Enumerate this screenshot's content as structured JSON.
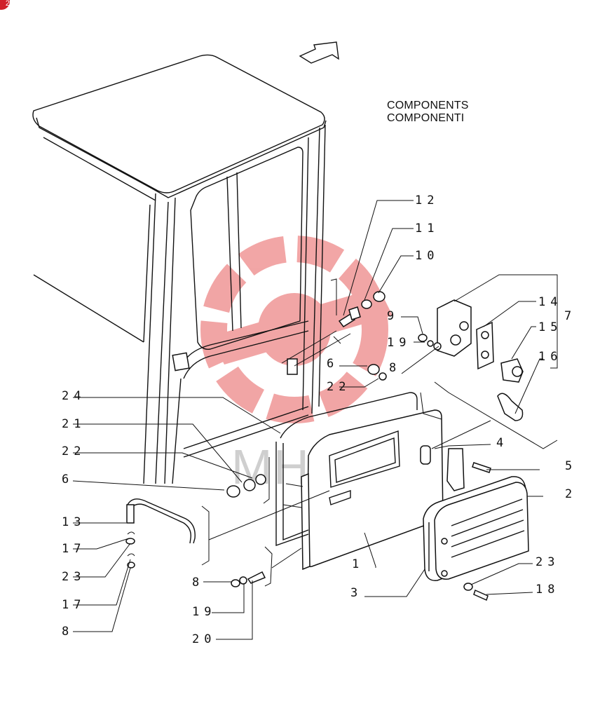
{
  "badge": "2",
  "title": {
    "line1": "COMPONENTS",
    "line2": "COMPONENTI"
  },
  "watermark": "MHTEX",
  "callouts": [
    "12",
    "11",
    "10",
    "9",
    "19",
    "8",
    "14",
    "15",
    "7",
    "16",
    "6",
    "22",
    "24",
    "21",
    "22",
    "6",
    "4",
    "5",
    "2",
    "13",
    "17",
    "23",
    "17",
    "8",
    "1",
    "8",
    "19",
    "20",
    "3",
    "23",
    "18"
  ],
  "brand_color": "#e23a3a"
}
